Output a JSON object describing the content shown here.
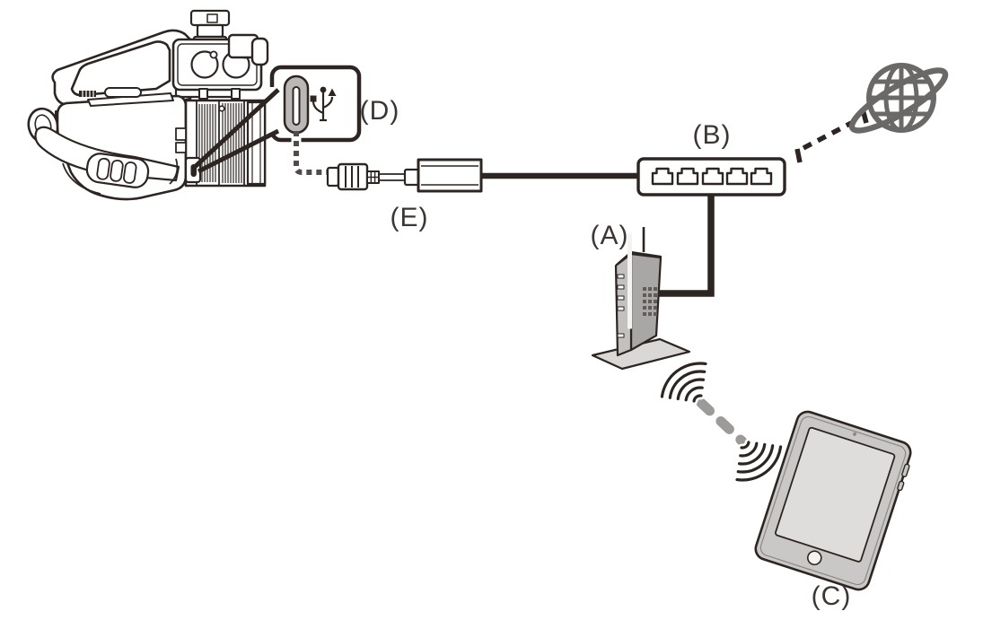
{
  "diagram_type": "network-connection-diagram",
  "labels": {
    "A": "(A)",
    "B": "(B)",
    "C": "(C)",
    "D": "(D)",
    "E": "(E)"
  },
  "label_targets": {
    "A": "wireless-access-point",
    "B": "ethernet-hub",
    "C": "tablet",
    "D": "camera-usb-port",
    "E": "usb-ethernet-adapter"
  },
  "colors": {
    "background": "#ffffff",
    "line": "#2c2522",
    "label_text": "#3c3533",
    "usb_port_gray": "#b9b8b6",
    "cable_dash": "#514c49",
    "wireless_dash_gray": "#9c9b99",
    "globe_gray": "#6b6967",
    "router_front": "#c2c1bf",
    "router_side": "#a8a7a5",
    "router_top": "#d4d3d1",
    "router_base": "#d9d8d6",
    "router_vents": "#5f5b58",
    "tablet_body": "#c9c8c6",
    "tablet_screen": "#dedddb",
    "tablet_home": "#f4f3f1"
  },
  "icons": [
    {
      "name": "camcorder-icon",
      "shape": "line-art professional camcorder with handle, XLR mic mount, viewfinder, lens and hand strap"
    },
    {
      "name": "usb-port-callout-icon",
      "shape": "rounded callout box showing USB-C port"
    },
    {
      "name": "usb-icon",
      "shape": "USB trident symbol"
    },
    {
      "name": "usb-cable-icon",
      "shape": "dashed USB cable with plug"
    },
    {
      "name": "usb-ethernet-adapter-icon",
      "shape": "white adapter box with pigtail cable"
    },
    {
      "name": "lan-cable-icon",
      "shape": "thick solid cable line"
    },
    {
      "name": "ethernet-hub-icon",
      "shape": "hub box with 5 LAN port icons"
    },
    {
      "name": "internet-globe-icon",
      "shape": "gray globe with orbit ring and dashed link"
    },
    {
      "name": "wireless-access-point-icon",
      "shape": "gray router with antenna on flat stand"
    },
    {
      "name": "wifi-signal-icon",
      "shape": "two fans of signal arcs joined by gray dashed line"
    },
    {
      "name": "tablet-icon",
      "shape": "tilted tablet with home button"
    }
  ]
}
